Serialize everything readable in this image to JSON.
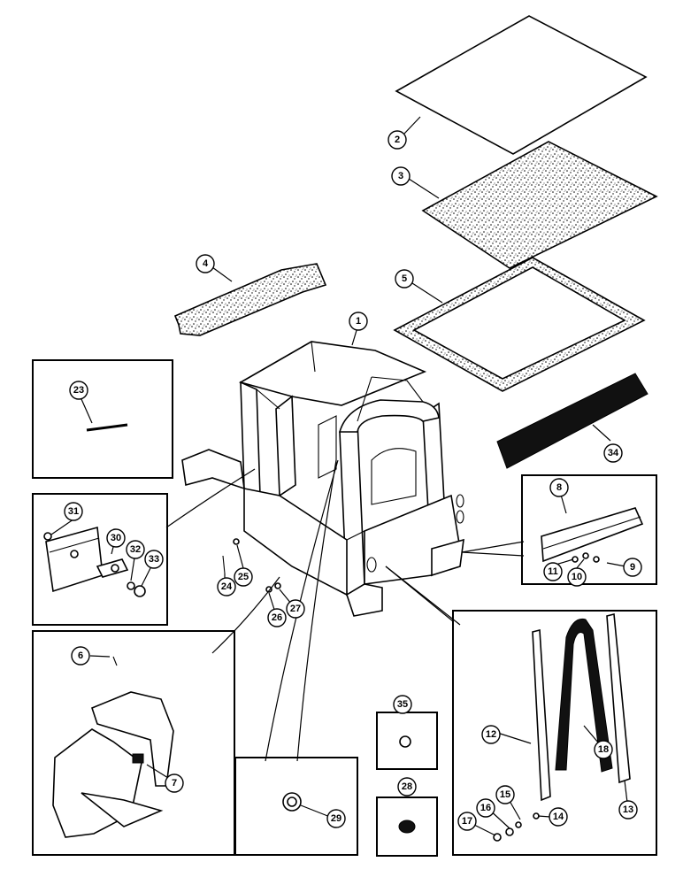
{
  "diagram": {
    "callouts": {
      "c1": "1",
      "c2": "2",
      "c3": "3",
      "c4": "4",
      "c5": "5",
      "c6": "6",
      "c7": "7",
      "c8": "8",
      "c9": "9",
      "c10": "10",
      "c11": "11",
      "c12": "12",
      "c13": "13",
      "c14": "14",
      "c15": "15",
      "c16": "16",
      "c17": "17",
      "c18": "18",
      "c23": "23",
      "c24": "24",
      "c25": "25",
      "c26": "26",
      "c27": "27",
      "c28": "28",
      "c29": "29",
      "c30": "30",
      "c31": "31",
      "c32": "32",
      "c33": "33",
      "c34": "34",
      "c35": "35"
    }
  }
}
